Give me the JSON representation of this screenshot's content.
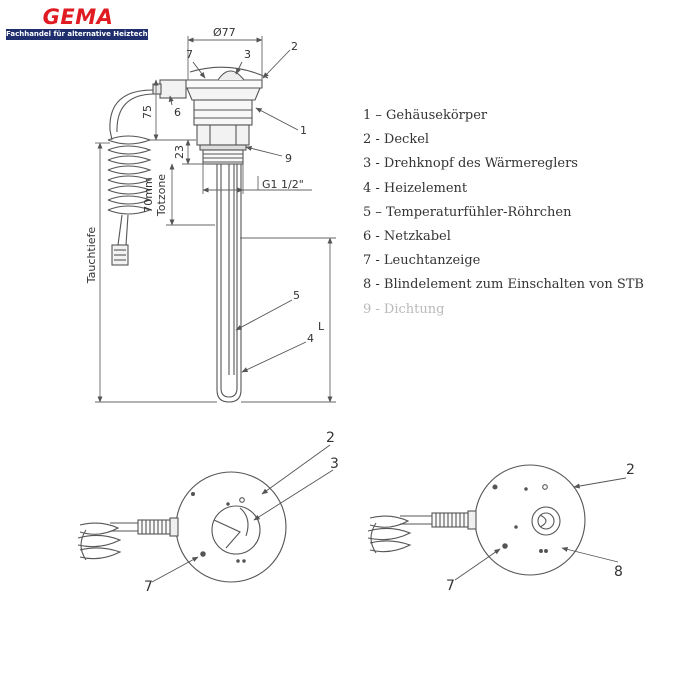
{
  "brand": {
    "logo_text": "GEMA",
    "tagline": "Fachhandel für alternative Heiztechnik",
    "logo_color": "#e01b22",
    "bar_color": "#1f2f6d"
  },
  "dimensions": {
    "diameter": "Ø77",
    "height_75": "75",
    "height_23": "23",
    "thread": "G1 1/2\"",
    "cold_zone_value": "70mm",
    "cold_zone_label": "Totzone",
    "immersion_depth": "Tauchtiefe",
    "length": "L"
  },
  "callouts": {
    "top": [
      "7",
      "3",
      "2",
      "6",
      "1",
      "9",
      "5",
      "4"
    ],
    "bottom_left": [
      "2",
      "3",
      "7"
    ],
    "bottom_right": [
      "2",
      "8",
      "7"
    ]
  },
  "legend": [
    "1 – Gehäusekörper",
    "2 - Deckel",
    "3 - Drehknopf des Wärmereglers",
    "4 - Heizelement",
    "5 – Temperaturfühler-Röhrchen",
    "6 - Netzkabel",
    "7 - Leuchtanzeige",
    "8 - Blindelement zum Einschalten von STB",
    "9 - Dichtung"
  ]
}
